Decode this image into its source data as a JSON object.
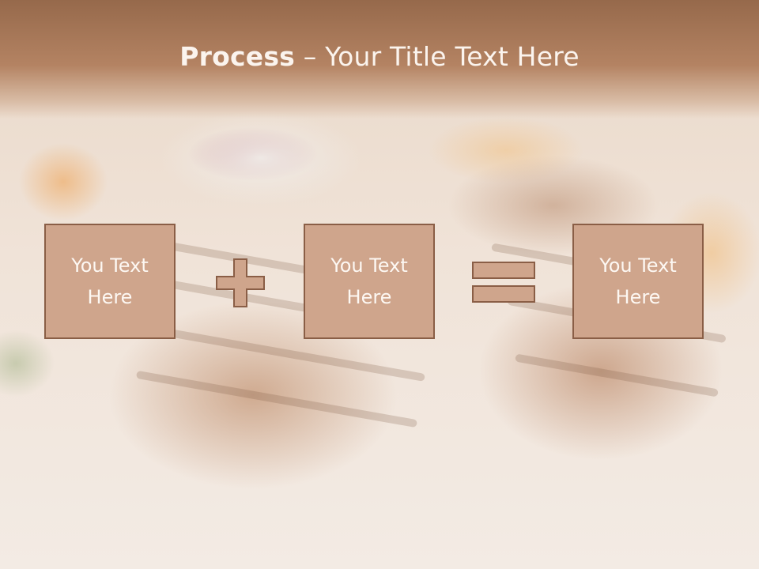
{
  "title": {
    "bold": "Process",
    "rest": " – Your Title Text Here"
  },
  "process": {
    "boxes": [
      {
        "text": "You Text Here"
      },
      {
        "text": "You Text Here"
      },
      {
        "text": "You Text Here"
      }
    ],
    "operators": [
      "plus-icon",
      "equals-icon"
    ]
  },
  "colors": {
    "header": "#a8785a",
    "box_fill": "#cfa58c",
    "box_border": "#8a5e46",
    "text": "#fdf8f3"
  }
}
